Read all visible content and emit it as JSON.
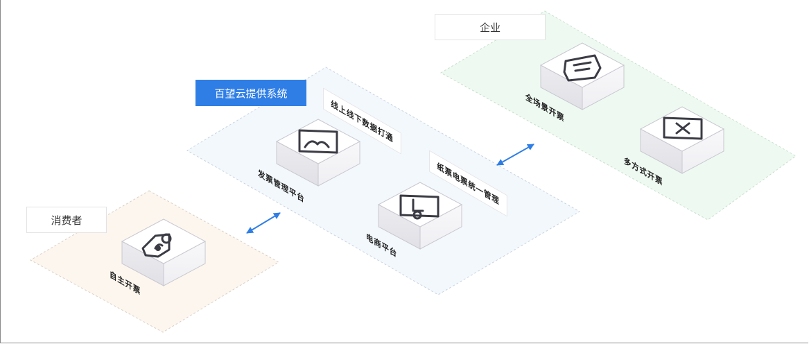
{
  "zones": {
    "consumer": "消费者",
    "provider": "百望云提供系统",
    "enterprise": "企业"
  },
  "tags": {
    "data_link": "线上线下数据打通",
    "unified": "纸票电票统一管理"
  },
  "boxes": {
    "self_invoice": "自主开票",
    "invoice_platform": "发票管理平台",
    "ecommerce": "电商平台",
    "all_scene": "全场景开票",
    "multi_mode": "多方式开票"
  },
  "icons": {
    "self_invoice": "user-pin-icon",
    "invoice_platform": "ticket-landscape-icon",
    "ecommerce": "ticket-bag-icon",
    "all_scene": "receipt-scroll-icon",
    "multi_mode": "ticket-x-icon"
  },
  "colors": {
    "consumer_zone": "#fdf6ee",
    "provider_zone": "#f3f8fd",
    "enterprise_zone": "#eefaf1",
    "accent": "#2f7ee6",
    "arrow": "#2f7ee6"
  }
}
